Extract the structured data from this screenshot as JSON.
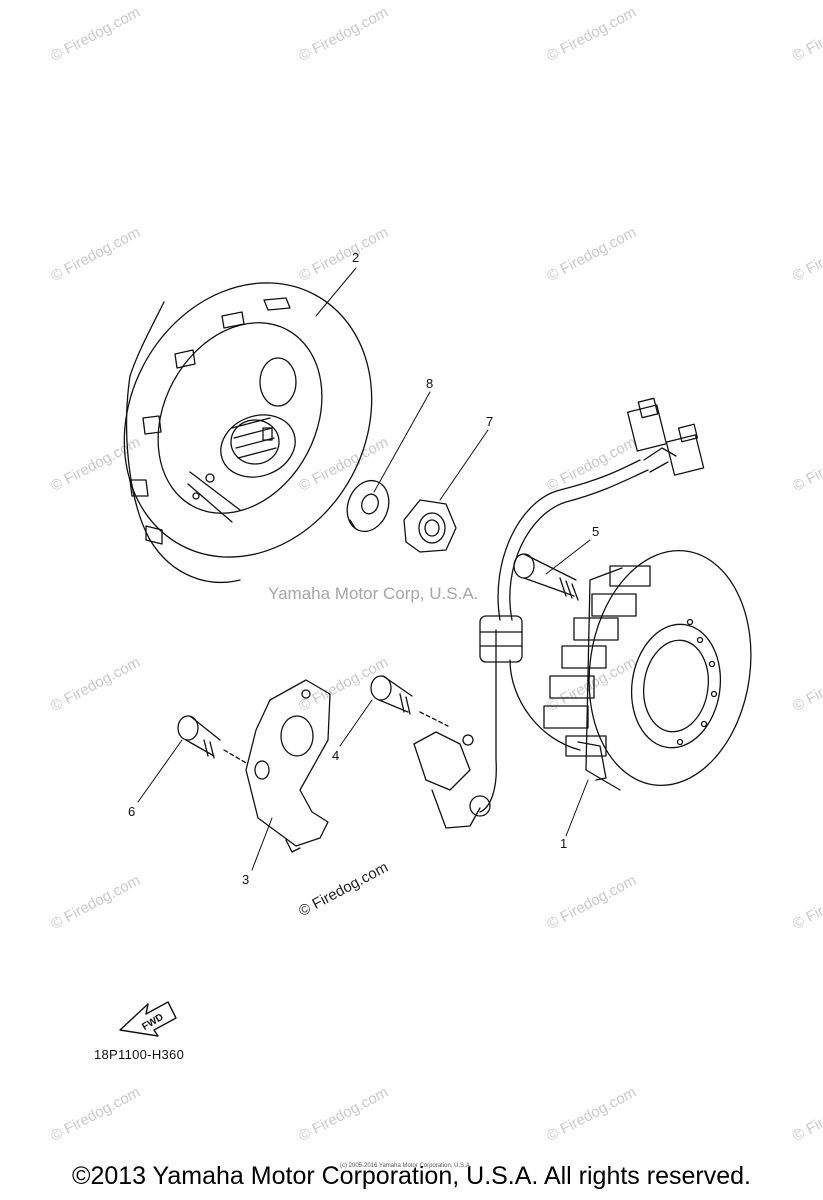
{
  "watermarks": {
    "corner": "© Firedog.com",
    "center": "Yamaha Motor Corp, U.S.A.",
    "diagram": "© Firedog.com"
  },
  "callouts": {
    "c1": "1",
    "c2": "2",
    "c3": "3",
    "c4": "4",
    "c5": "5",
    "c6": "6",
    "c7": "7",
    "c8": "8"
  },
  "fwd": {
    "label": "FWD"
  },
  "drawing_code": "18P1100-H360",
  "tiny_print": "(c) 2005-2016 Yamaha Motor Corporation, U.S.A.",
  "copyright": "©2013 Yamaha Motor Corporation, U.S.A. All rights reserved.",
  "colors": {
    "line": "#111111",
    "watermark": "#c9c9c9"
  }
}
